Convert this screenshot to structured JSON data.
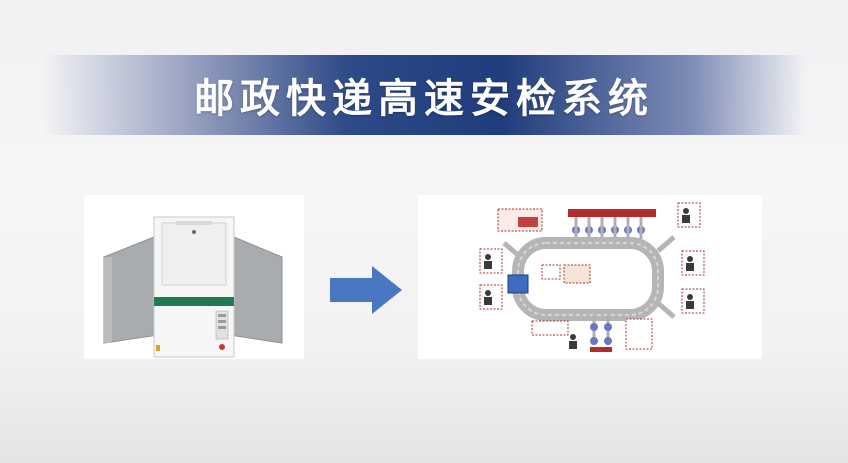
{
  "banner": {
    "title": "邮政快递高速安检系统"
  },
  "colors": {
    "banner_dark": "#1f3c7c",
    "arrow": "#4a77c2",
    "machine_stripe": "#1f7a55",
    "diagram_red": "#b42c2c"
  },
  "icons": {
    "machine": "x-ray-scanner-image",
    "flow": "right-arrow-icon",
    "diagram": "conveyor-layout-diagram"
  }
}
